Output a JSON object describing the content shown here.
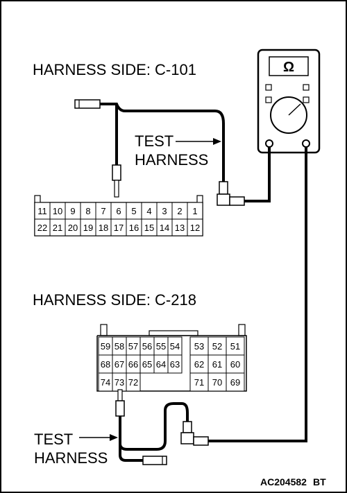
{
  "labels": {
    "c101_title": "HARNESS SIDE: C-101",
    "c218_title": "HARNESS SIDE: C-218",
    "test_harness_top": [
      "TEST",
      "HARNESS"
    ],
    "test_harness_bottom": [
      "TEST",
      "HARNESS"
    ],
    "figure_code": "AC204582",
    "figure_suffix": "BT",
    "meter_symbol": "Ω"
  },
  "c101": {
    "rows": [
      [
        "11",
        "10",
        "9",
        "8",
        "7",
        "6",
        "5",
        "4",
        "3",
        "2",
        "1"
      ],
      [
        "22",
        "21",
        "20",
        "19",
        "18",
        "17",
        "16",
        "15",
        "14",
        "13",
        "12"
      ]
    ]
  },
  "c218": {
    "left_rows": [
      [
        "59",
        "58",
        "57",
        "56",
        "55",
        "54"
      ],
      [
        "68",
        "67",
        "66",
        "65",
        "64",
        "63"
      ],
      [
        "74",
        "73",
        "72"
      ]
    ],
    "right_rows": [
      [
        "53",
        "52",
        "51"
      ],
      [
        "62",
        "61",
        "60"
      ],
      [
        "71",
        "70",
        "69"
      ]
    ]
  }
}
